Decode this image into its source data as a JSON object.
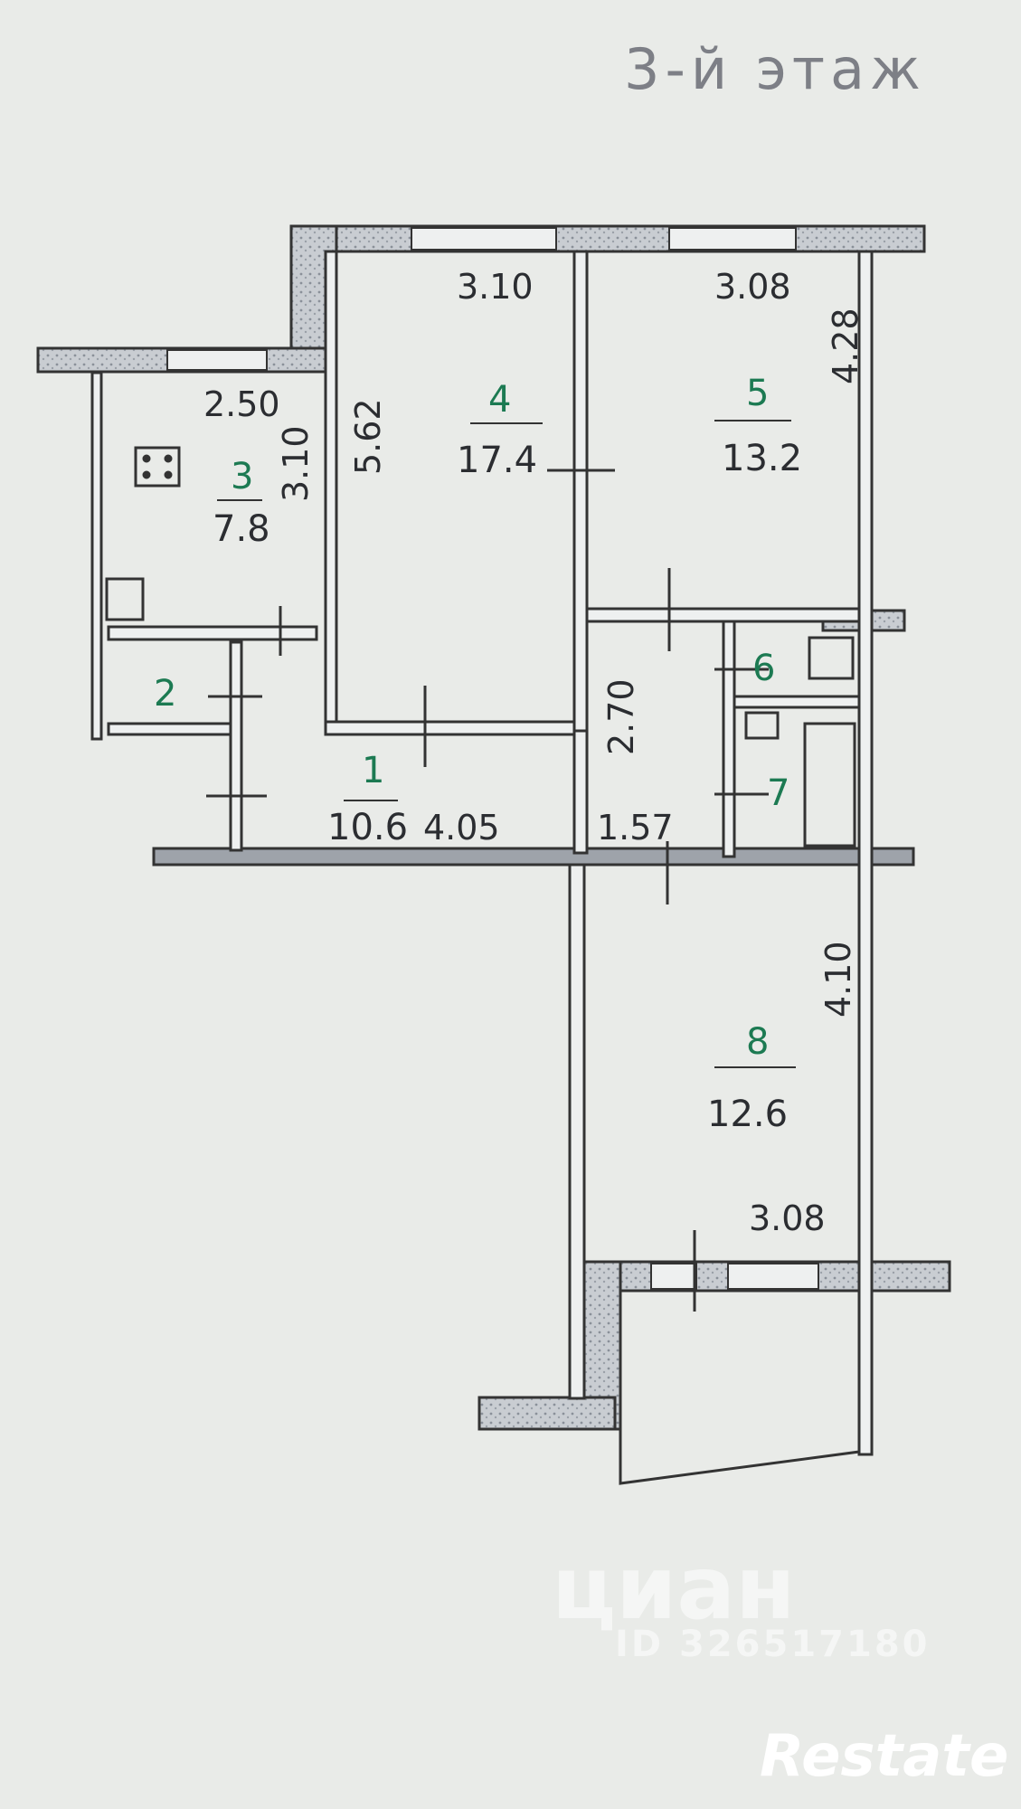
{
  "floor_title": "3-й этаж",
  "rooms": [
    {
      "number": "1",
      "area": "10.6"
    },
    {
      "number": "2"
    },
    {
      "number": "3",
      "area": "7.8"
    },
    {
      "number": "4",
      "area": "17.4"
    },
    {
      "number": "5",
      "area": "13.2"
    },
    {
      "number": "6"
    },
    {
      "number": "7"
    },
    {
      "number": "8",
      "area": "12.6"
    }
  ],
  "dimensions": {
    "kitchen_width": "2.50",
    "kitchen_length": "3.10",
    "room4_width": "3.10",
    "room4_length": "5.62",
    "room5_width": "3.08",
    "room5_length": "4.28",
    "hall_length": "4.05",
    "corridor_length": "2.70",
    "corridor_width": "1.57",
    "room8_length": "4.10",
    "room8_width": "3.08"
  },
  "watermarks": {
    "cian": "циан",
    "listing_id": "ID 326517180",
    "restate": "Restate"
  }
}
